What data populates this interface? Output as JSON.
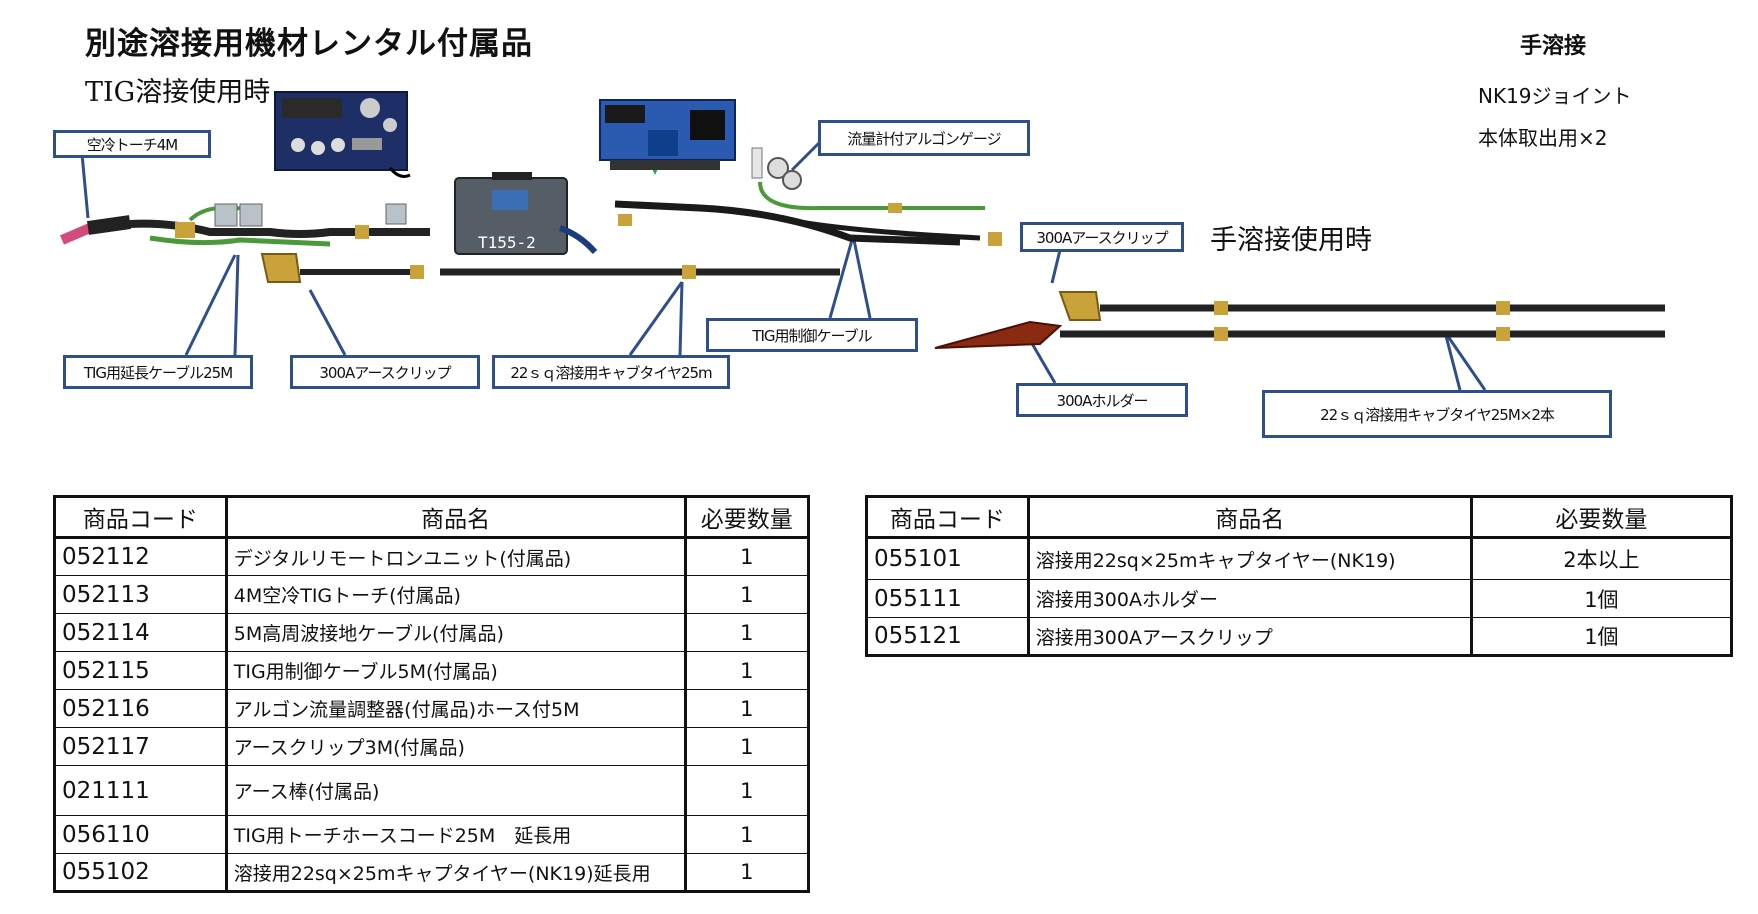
{
  "title": "別途溶接用機材レンタル付属品",
  "tig_subtitle": "TIG溶接使用時",
  "hand_subtitle": "手溶接使用時",
  "right_panel": {
    "heading": "手溶接",
    "note1": "NK19ジョイント",
    "note2": "本体取出用×2"
  },
  "callouts": {
    "air_torch": "空冷トーチ4M",
    "tig_ext_cable": "TIG用延長ケーブル25M",
    "earth_clip_tig": "300Aアースクリップ",
    "cabtire_tig": "22ｓｑ溶接用キャブタイヤ25m",
    "tig_control": "TIG用制御ケーブル",
    "flow_gauge": "流量計付アルゴンゲージ",
    "earth_clip_hand": "300Aアースクリップ",
    "holder": "300Aホルダー",
    "cabtire_hand": "22ｓｑ溶接用キャブタイヤ25M×2本"
  },
  "machine_label": "T155-2",
  "colors": {
    "callout_border": "#2f4f8a",
    "cable": "#1a1a1a",
    "hose": "#4a9a3a",
    "brass": "#c9a23a"
  },
  "table_left": {
    "headers": [
      "商品コード",
      "商品名",
      "必要数量"
    ],
    "rows": [
      {
        "code": "052112",
        "name": "デジタルリモートロンユニット(付属品)",
        "qty": "1"
      },
      {
        "code": "052113",
        "name": "4M空冷TIGトーチ(付属品)",
        "qty": "1"
      },
      {
        "code": "052114",
        "name": "5M高周波接地ケーブル(付属品)",
        "qty": "1"
      },
      {
        "code": "052115",
        "name": "TIG用制御ケーブル5M(付属品)",
        "qty": "1"
      },
      {
        "code": "052116",
        "name": "アルゴン流量調整器(付属品)ホース付5M",
        "qty": "1"
      },
      {
        "code": "052117",
        "name": "アースクリップ3M(付属品)",
        "qty": "1"
      },
      {
        "code": "021111",
        "name": "アース棒(付属品)",
        "qty": "1"
      },
      {
        "code": "056110",
        "name": "TIG用トーチホースコード25M　延長用",
        "qty": "1"
      },
      {
        "code": "055102",
        "name": "溶接用22sq×25mキャプタイヤー(NK19)延長用",
        "qty": "1"
      }
    ]
  },
  "table_right": {
    "headers": [
      "商品コード",
      "商品名",
      "必要数量"
    ],
    "rows": [
      {
        "code": "055101",
        "name": "溶接用22sq×25mキャプタイヤー(NK19)",
        "qty": "2本以上"
      },
      {
        "code": "055111",
        "name": "溶接用300Aホルダー",
        "qty": "1個"
      },
      {
        "code": "055121",
        "name": "溶接用300Aアースクリップ",
        "qty": "1個"
      }
    ]
  }
}
